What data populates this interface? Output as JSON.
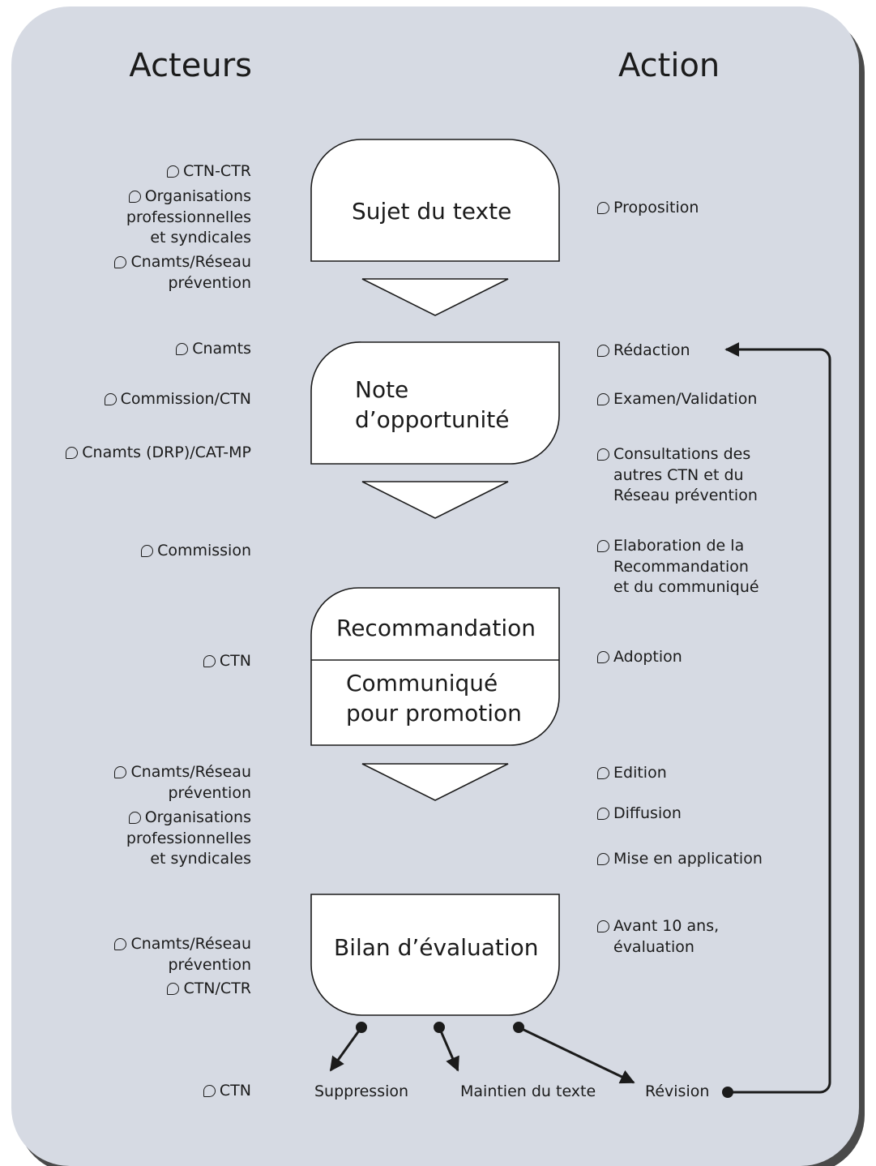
{
  "headers": {
    "actors": "Acteurs",
    "action": "Action"
  },
  "stages": {
    "s1": "Sujet du texte",
    "s2": "Note\nd’opportunité",
    "s3_top": "Recommandation",
    "s3_bottom": "Communiqué\npour promotion",
    "s4": "Bilan d’évaluation"
  },
  "actors": {
    "a1": "CTN-CTR",
    "a2": "Organisations\nprofessionnelles\net syndicales",
    "a3": "Cnamts/Réseau\nprévention",
    "a4": "Cnamts",
    "a5": "Commission/CTN",
    "a6": "Cnamts (DRP)/CAT-MP",
    "a7": "Commission",
    "a8": "CTN",
    "a9": "Cnamts/Réseau\nprévention",
    "a10": "Organisations\nprofessionnelles\net syndicales",
    "a11": "Cnamts/Réseau\nprévention",
    "a12": "CTN/CTR",
    "a13": "CTN"
  },
  "actions": {
    "r1": "Proposition",
    "r2": "Rédaction",
    "r3": "Examen/Validation",
    "r4": "Consultations des\nautres CTN et du\nRéseau prévention",
    "r5": "Elaboration de la\nRecommandation\net du communiqué",
    "r6": "Adoption",
    "r7": "Edition",
    "r8": "Diffusion",
    "r9": "Mise en application",
    "r10": "Avant 10 ans,\névaluation"
  },
  "outcomes": {
    "suppression": "Suppression",
    "maintien": "Maintien du texte",
    "revision": "Révision"
  }
}
